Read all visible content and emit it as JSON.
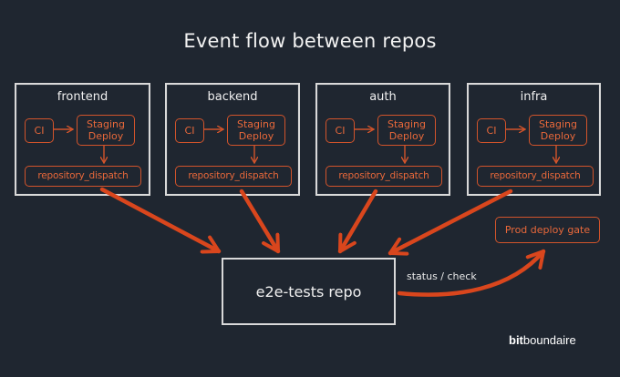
{
  "title": "Event flow between repos",
  "repos": [
    {
      "name": "frontend",
      "ci": "CI",
      "staging": "Staging Deploy",
      "dispatch": "repository_dispatch"
    },
    {
      "name": "backend",
      "ci": "CI",
      "staging": "Staging Deploy",
      "dispatch": "repository_dispatch"
    },
    {
      "name": "auth",
      "ci": "CI",
      "staging": "Staging Deploy",
      "dispatch": "repository_dispatch"
    },
    {
      "name": "infra",
      "ci": "CI",
      "staging": "Staging Deploy",
      "dispatch": "repository_dispatch"
    }
  ],
  "target": {
    "label": "e2e-tests repo"
  },
  "gate": {
    "label": "Prod deploy gate"
  },
  "edge_label": "status / check",
  "edges": [
    {
      "from": "frontend.repository_dispatch",
      "to": "e2e-tests repo"
    },
    {
      "from": "backend.repository_dispatch",
      "to": "e2e-tests repo"
    },
    {
      "from": "auth.repository_dispatch",
      "to": "e2e-tests repo"
    },
    {
      "from": "infra.repository_dispatch",
      "to": "e2e-tests repo"
    },
    {
      "from": "e2e-tests repo",
      "to": "Prod deploy gate",
      "label": "status / check"
    }
  ],
  "logo": {
    "bold": "bit",
    "regular": "boundaire"
  },
  "colors": {
    "background": "#1f2630",
    "accent": "#d2542b",
    "accent_text": "#e8683a",
    "frame": "#d9d9d9",
    "text": "#f0f0f0"
  }
}
